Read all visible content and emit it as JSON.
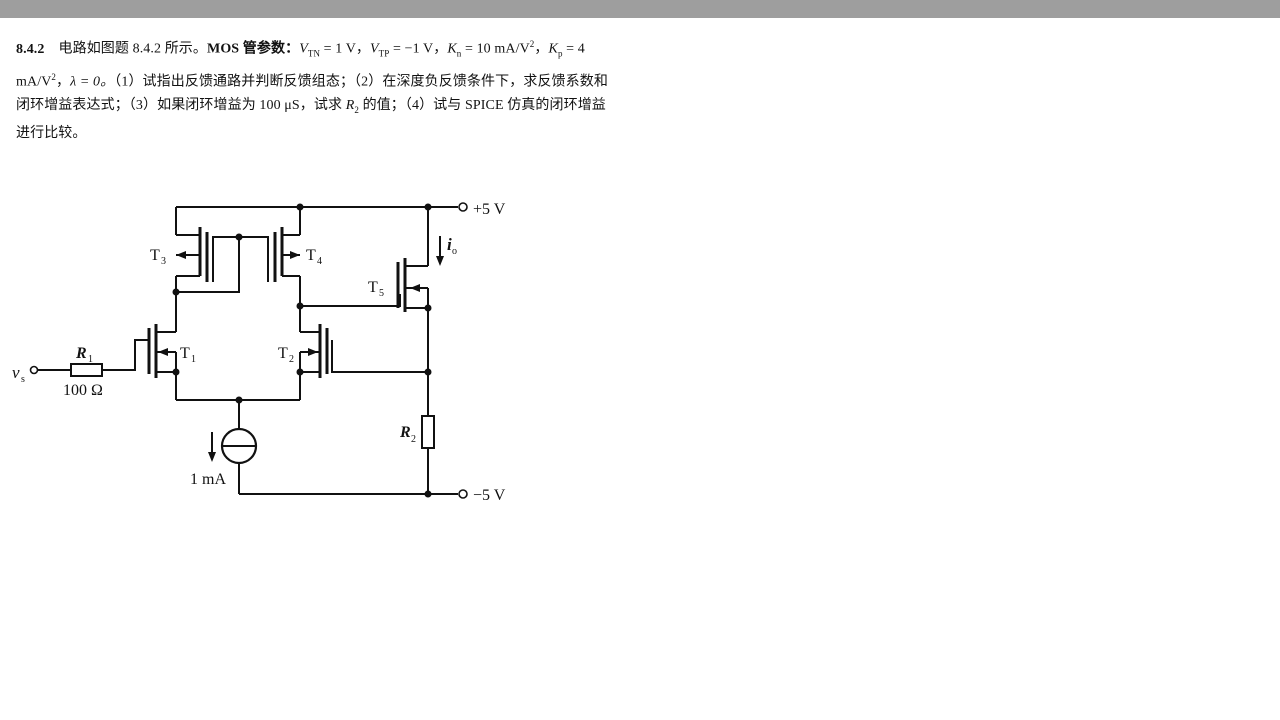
{
  "problem": {
    "number": "8.4.2",
    "p1": "电路如图题 8.4.2 所示。",
    "mos": "MOS 管参数：",
    "vtn_label": "V",
    "vtn_sub": "TN",
    "vtn_value": " = 1 V，",
    "vtp_label": "V",
    "vtp_sub": "TP",
    "vtp_value": " = −1 V，",
    "kn_label": "K",
    "kn_sub": "n",
    "kn_value": " = 10 mA/V",
    "kn_exp": "2",
    "kn_sep": "，",
    "kp_label": "K",
    "kp_sub": "p",
    "kp_value": " = 4 mA/V",
    "kp_exp": "2",
    "kp_sep": "，",
    "lambda": "λ = 0。",
    "q1": "（1）试指出反馈通路并判断反馈组态；（2）在深度负反馈条件下，求反馈系数和闭环增益表达式；（3）如果闭环增益为 100 μS，试求 ",
    "r2_label": "R",
    "r2_sub": "2",
    "q2": " 的值；（4）试与 SPICE 仿真的闭环增益进行比较。"
  },
  "circuit": {
    "vdd_label": "+5 V",
    "vss_label": "−5 V",
    "io_label": "i",
    "io_sub": "o",
    "vs_label": "v",
    "vs_sub": "s",
    "r1_label": "R",
    "r1_sub": "1",
    "r1_value": "100 Ω",
    "r2_label": "R",
    "r2_sub": "2",
    "current_source_value": "1 mA",
    "t1_label": "T",
    "t1_sub": "1",
    "t2_label": "T",
    "t2_sub": "2",
    "t3_label": "T",
    "t3_sub": "3",
    "t4_label": "T",
    "t4_sub": "4",
    "t5_label": "T",
    "t5_sub": "5"
  }
}
